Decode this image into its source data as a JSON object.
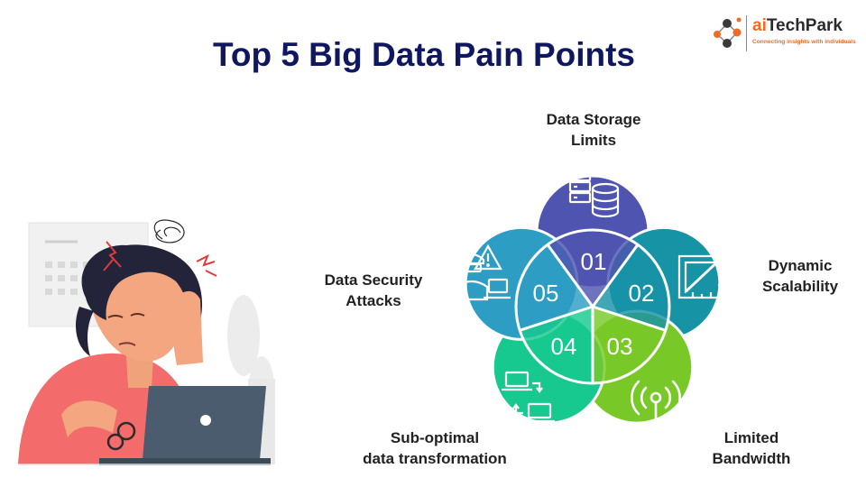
{
  "title": "Top 5 Big Data Pain Points",
  "logo": {
    "name_prefix": "ai",
    "name_rest": "TechPark",
    "tagline": "Connecting insights with individuals"
  },
  "points": [
    {
      "number": "01",
      "line1": "Data Storage",
      "line2": "Limits",
      "color": "#4e54b0",
      "icon": "database-server-icon"
    },
    {
      "number": "02",
      "line1": "Dynamic",
      "line2": "Scalability",
      "color": "#1793a6",
      "icon": "scale-ruler-icon"
    },
    {
      "number": "03",
      "line1": "Limited",
      "line2": "Bandwidth",
      "color": "#78c928",
      "icon": "wireless-signal-icon"
    },
    {
      "number": "04",
      "line1": "Sub-optimal",
      "line2": "data transformation",
      "color": "#17c98e",
      "icon": "laptop-transfer-icon"
    },
    {
      "number": "05",
      "line1": "Data Security",
      "line2": "Attacks",
      "color": "#2d9dc4",
      "icon": "hacker-warning-icon"
    }
  ]
}
